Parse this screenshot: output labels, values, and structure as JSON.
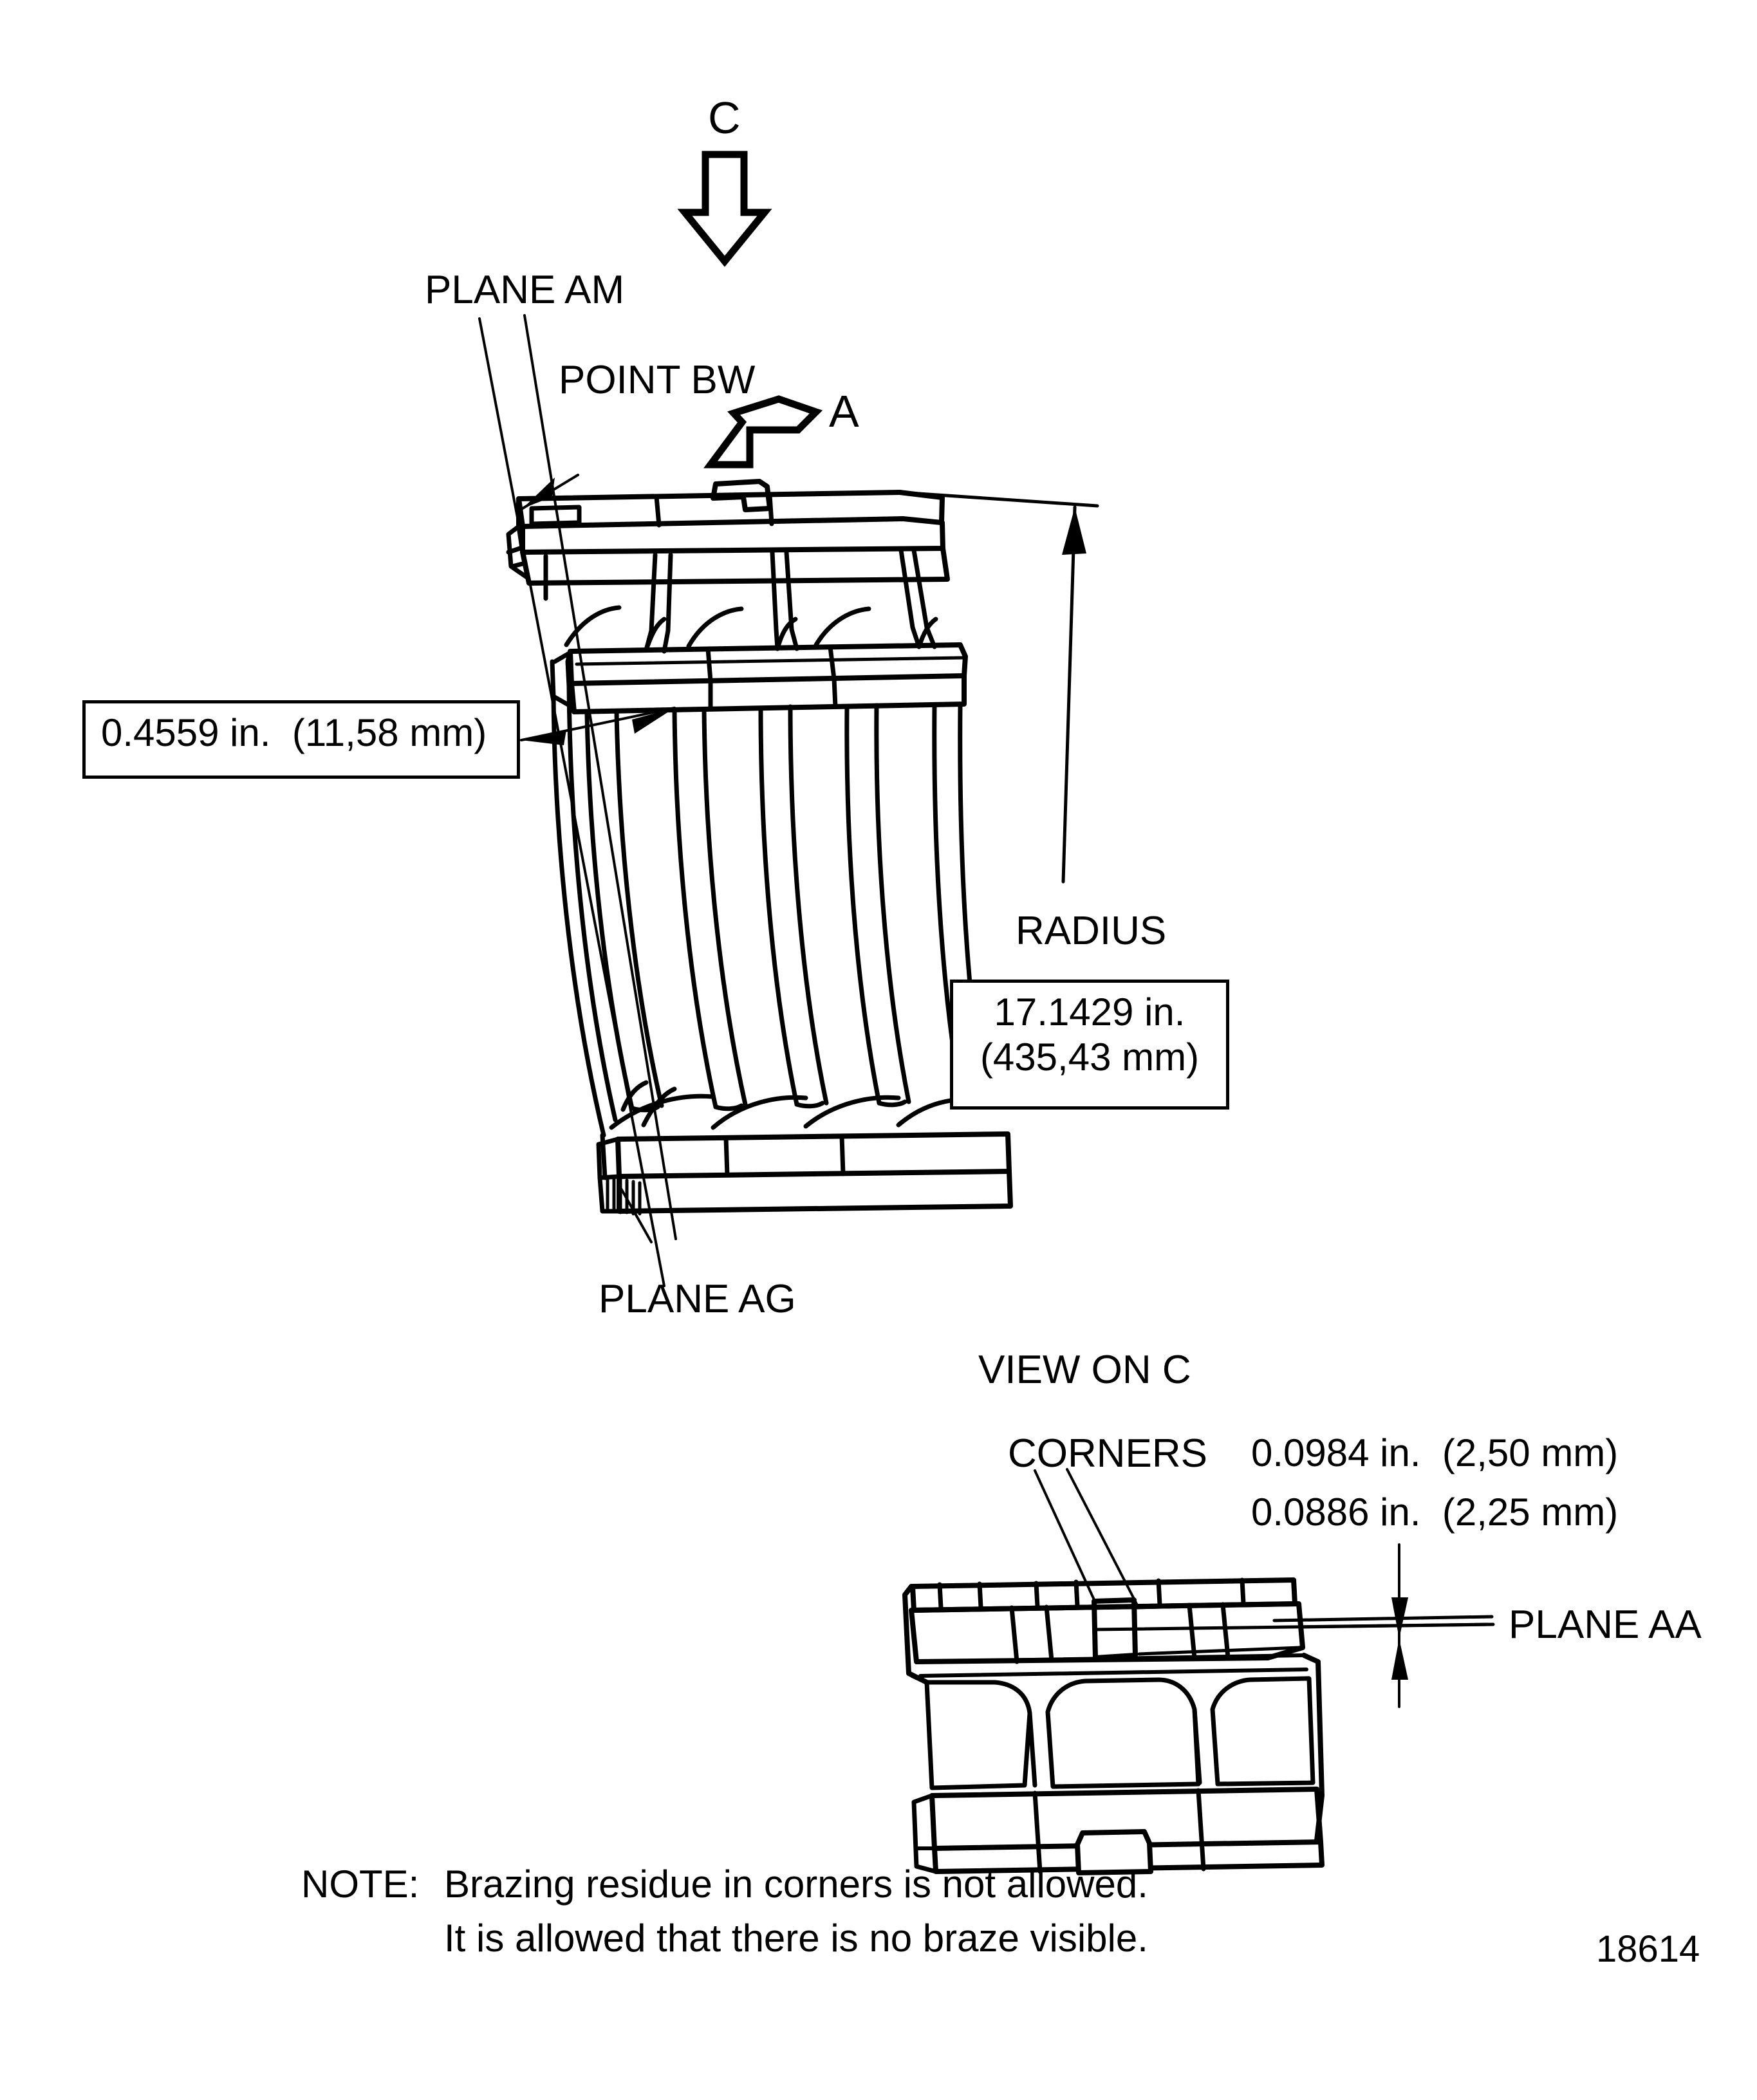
{
  "drawing": {
    "figure_number": "18614",
    "view_markers": {
      "c_marker": "C",
      "a_marker": "A"
    },
    "main_view": {
      "labels": {
        "plane_am": "PLANE AM",
        "point_bw": "POINT BW",
        "plane_ag": "PLANE AG",
        "radius_label": "RADIUS"
      },
      "callouts": {
        "thickness": "0.4559 in.  (11,58 mm)",
        "radius_line1": "17.1429 in.",
        "radius_line2": "(435,43 mm)"
      }
    },
    "detail_view": {
      "title": "VIEW ON C",
      "labels": {
        "corners": "CORNERS",
        "plane_aa": "PLANE AA"
      },
      "dimensions": {
        "upper": "0.0984 in.  (2,50 mm)",
        "lower": "0.0886 in.  (2,25 mm)"
      }
    },
    "note": {
      "prefix": "NOTE:",
      "line1": "Brazing residue in corners is not allowed.",
      "line2": "It is allowed that there is no braze visible."
    },
    "colors": {
      "ink": "#000000",
      "paper": "#ffffff"
    }
  }
}
